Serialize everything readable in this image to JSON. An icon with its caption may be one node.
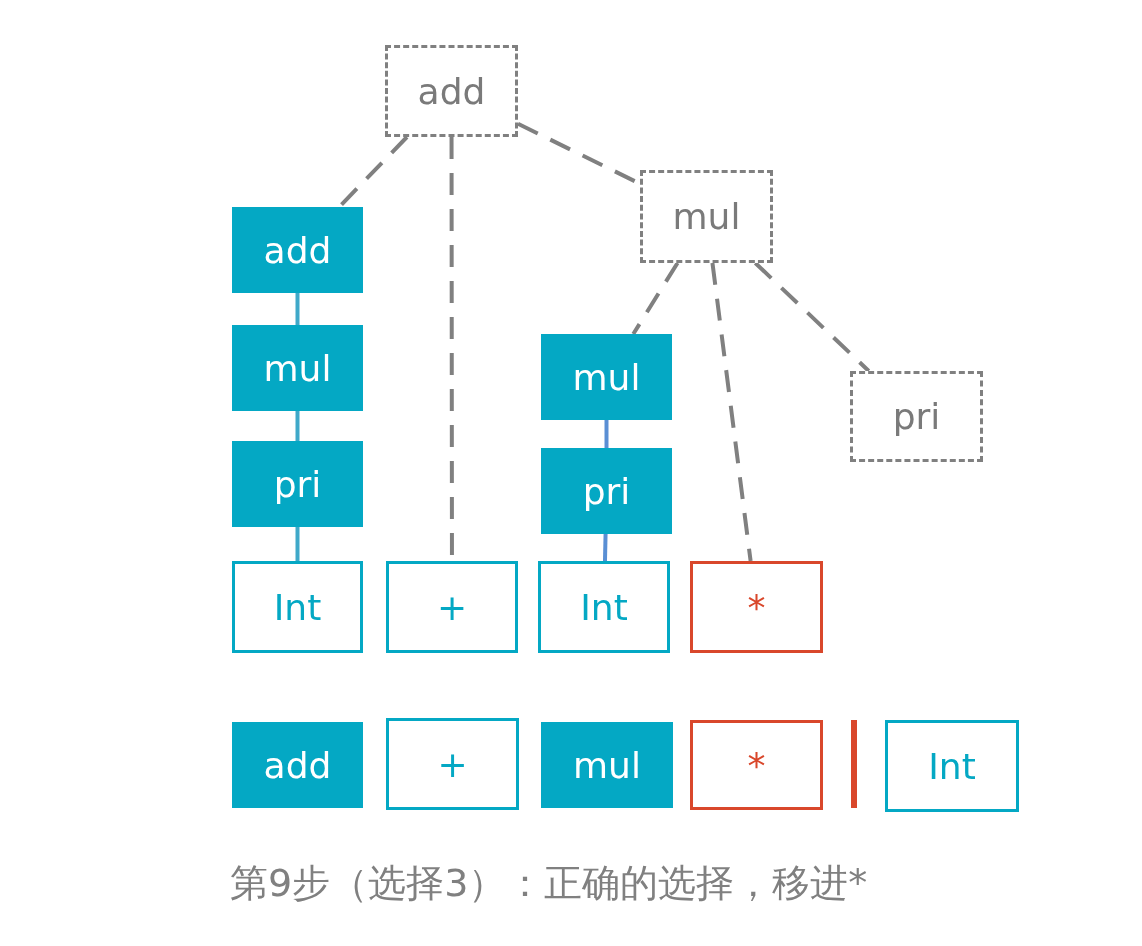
{
  "diagram": {
    "caption": "第9步（选择3）：正确的选择，移进*",
    "nodes": [
      {
        "text": [
          "add"
        ]
      },
      {
        "text": [
          "add"
        ]
      },
      {
        "text": [
          "mul"
        ]
      },
      {
        "text": [
          "pri"
        ]
      },
      {
        "text": [
          "Int"
        ]
      },
      {
        "text": [
          "+"
        ]
      },
      {
        "text": [
          "mul"
        ]
      },
      {
        "text": [
          "mul"
        ]
      },
      {
        "text": [
          "pri"
        ]
      },
      {
        "text": [
          "Int"
        ]
      },
      {
        "text": [
          "*"
        ]
      },
      {
        "text": [
          "pri"
        ]
      },
      {
        "text": [
          "add"
        ]
      },
      {
        "text": [
          "+"
        ]
      },
      {
        "text": [
          "mul"
        ]
      },
      {
        "text": [
          "*"
        ]
      },
      {
        "text": [
          "Int"
        ]
      }
    ],
    "edges": [
      {
        "from": 0,
        "to": 1,
        "arrow": "none",
        "style": "dashed"
      },
      {
        "from": 0,
        "to": 5,
        "arrow": "none",
        "style": "dashed"
      },
      {
        "from": 0,
        "to": 6,
        "arrow": "none",
        "style": "dashed"
      },
      {
        "from": 1,
        "to": 2,
        "arrow": "none",
        "color": "#3fa9c9"
      },
      {
        "from": 2,
        "to": 3,
        "arrow": "none",
        "color": "#3fa9c9"
      },
      {
        "from": 3,
        "to": 4,
        "arrow": "none",
        "color": "#3fa9c9"
      },
      {
        "from": 6,
        "to": 7,
        "arrow": "none",
        "style": "dashed"
      },
      {
        "from": 6,
        "to": 10,
        "arrow": "none",
        "style": "dashed"
      },
      {
        "from": 6,
        "to": 11,
        "arrow": "none",
        "style": "dashed"
      },
      {
        "from": 7,
        "to": 8,
        "arrow": "none",
        "color": "#5a8fd4"
      },
      {
        "from": 8,
        "to": 9,
        "arrow": "none",
        "color": "#5a8fd4"
      }
    ]
  }
}
